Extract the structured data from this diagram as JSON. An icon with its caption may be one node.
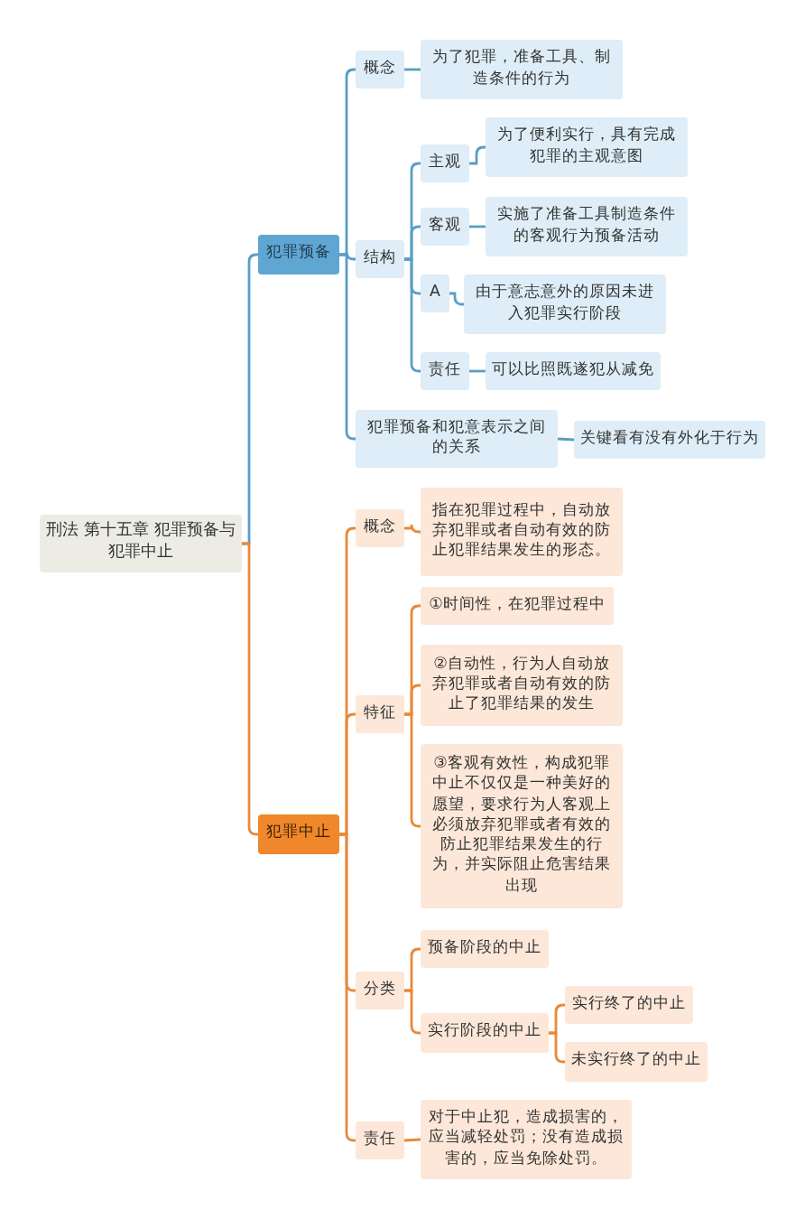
{
  "diagram": {
    "nodes": [
      {
        "text": [
          "刑法 第十五章 犯罪预备与犯罪中止"
        ]
      },
      {
        "text": [
          "犯罪预备"
        ]
      },
      {
        "text": [
          "概念"
        ]
      },
      {
        "text": [
          "为了犯罪，准备工具、制造条件的行为"
        ]
      },
      {
        "text": [
          "结构"
        ]
      },
      {
        "text": [
          "主观"
        ]
      },
      {
        "text": [
          "为了便利实行，具有完成犯罪的主观意图"
        ]
      },
      {
        "text": [
          "客观"
        ]
      },
      {
        "text": [
          "实施了准备工具制造条件的客观行为预备活动"
        ]
      },
      {
        "text": [
          "A"
        ]
      },
      {
        "text": [
          "由于意志意外的原因未进入犯罪实行阶段"
        ]
      },
      {
        "text": [
          "责任"
        ]
      },
      {
        "text": [
          "可以比照既遂犯从减免"
        ]
      },
      {
        "text": [
          "犯罪预备和犯意表示之间的关系"
        ]
      },
      {
        "text": [
          "关键看有没有外化于行为"
        ]
      },
      {
        "text": [
          "犯罪中止"
        ]
      },
      {
        "text": [
          "概念"
        ]
      },
      {
        "text": [
          "指在犯罪过程中，自动放弃犯罪或者自动有效的防止犯罪结果发生的形态。"
        ]
      },
      {
        "text": [
          "特征"
        ]
      },
      {
        "text": [
          "①时间性，在犯罪过程中"
        ]
      },
      {
        "text": [
          "②自动性，行为人自动放弃犯罪或者自动有效的防止了犯罪结果的发生"
        ]
      },
      {
        "text": [
          "③客观有效性，构成犯罪中止不仅仅是一种美好的愿望，要求行为人客观上必须放弃犯罪或者有效的防止犯罪结果发生的行为，并实际阻止危害结果出现"
        ]
      },
      {
        "text": [
          "分类"
        ]
      },
      {
        "text": [
          "预备阶段的中止"
        ]
      },
      {
        "text": [
          "实行阶段的中止"
        ]
      },
      {
        "text": [
          "实行终了的中止"
        ]
      },
      {
        "text": [
          "未实行终了的中止"
        ]
      },
      {
        "text": [
          "责任"
        ]
      },
      {
        "text": [
          "对于中止犯，造成损害的，应当减轻处罚；没有造成损害的，应当免除处罚。"
        ]
      }
    ],
    "edges": [
      {
        "from": 0,
        "to": 1,
        "arrow": "none"
      },
      {
        "from": 1,
        "to": 2,
        "arrow": "none"
      },
      {
        "from": 2,
        "to": 3,
        "arrow": "none"
      },
      {
        "from": 1,
        "to": 4,
        "arrow": "none"
      },
      {
        "from": 4,
        "to": 5,
        "arrow": "none"
      },
      {
        "from": 5,
        "to": 6,
        "arrow": "none"
      },
      {
        "from": 4,
        "to": 7,
        "arrow": "none"
      },
      {
        "from": 7,
        "to": 8,
        "arrow": "none"
      },
      {
        "from": 4,
        "to": 9,
        "arrow": "none"
      },
      {
        "from": 9,
        "to": 10,
        "arrow": "none"
      },
      {
        "from": 4,
        "to": 11,
        "arrow": "none"
      },
      {
        "from": 11,
        "to": 12,
        "arrow": "none"
      },
      {
        "from": 1,
        "to": 13,
        "arrow": "none"
      },
      {
        "from": 13,
        "to": 14,
        "arrow": "none"
      },
      {
        "from": 0,
        "to": 15,
        "arrow": "none",
        "color": "#e8893a"
      },
      {
        "from": 15,
        "to": 16,
        "arrow": "none",
        "color": "#e8893a"
      },
      {
        "from": 16,
        "to": 17,
        "arrow": "none",
        "color": "#e8893a"
      },
      {
        "from": 15,
        "to": 18,
        "arrow": "none",
        "color": "#e8893a"
      },
      {
        "from": 18,
        "to": 19,
        "arrow": "none",
        "color": "#e8893a"
      },
      {
        "from": 18,
        "to": 20,
        "arrow": "none",
        "color": "#e8893a"
      },
      {
        "from": 18,
        "to": 21,
        "arrow": "none",
        "color": "#e8893a"
      },
      {
        "from": 15,
        "to": 22,
        "arrow": "none",
        "color": "#e8893a"
      },
      {
        "from": 22,
        "to": 23,
        "arrow": "none",
        "color": "#e8893a"
      },
      {
        "from": 22,
        "to": 24,
        "arrow": "none",
        "color": "#e8893a"
      },
      {
        "from": 24,
        "to": 25,
        "arrow": "none",
        "color": "#e8893a"
      },
      {
        "from": 24,
        "to": 26,
        "arrow": "none",
        "color": "#e8893a"
      },
      {
        "from": 15,
        "to": 27,
        "arrow": "none",
        "color": "#e8893a"
      },
      {
        "from": 27,
        "to": 28,
        "arrow": "none",
        "color": "#e8893a"
      }
    ]
  }
}
